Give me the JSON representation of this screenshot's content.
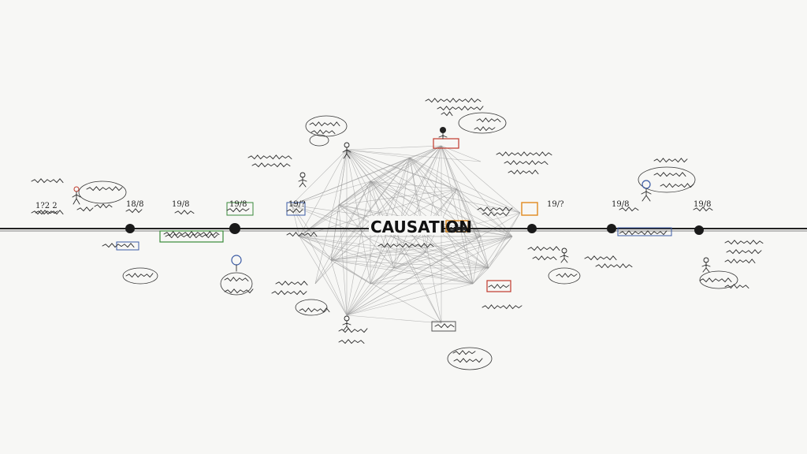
{
  "diagram": {
    "title": "CAUSATION",
    "subtitle": "WEB",
    "timeline_dates": [
      "1?2 2",
      "18/8",
      "19/8",
      "19/8",
      "19/?",
      "19/?",
      "19/8",
      "19/8"
    ],
    "colors": {
      "ink": "#2a2a2a",
      "background": "#f7f7f5",
      "accent_red": "#c0392b",
      "accent_green": "#3a8a3a",
      "accent_blue": "#3b5ba5",
      "accent_orange": "#e08a1e"
    }
  }
}
